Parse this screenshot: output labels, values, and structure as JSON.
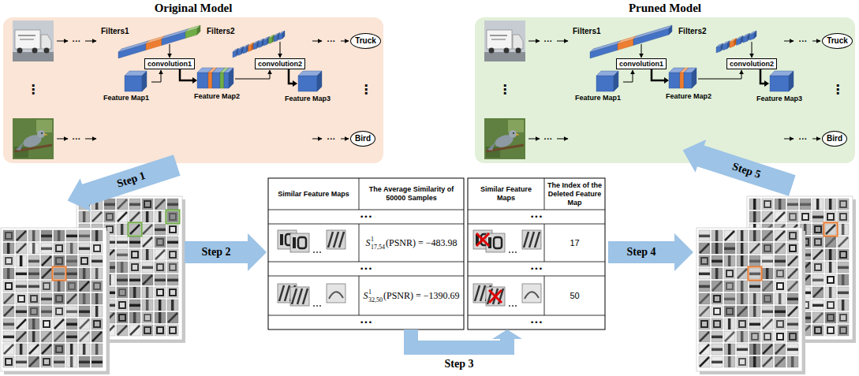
{
  "diagram": {
    "nodes": [
      {
        "text": [
          "Original Model"
        ]
      },
      {
        "text": [
          "convolution1"
        ],
        "in": 0
      },
      {
        "text": [
          "convolution2"
        ],
        "in": 0
      },
      {
        "text": [
          "Truck"
        ],
        "in": 0
      },
      {
        "text": [
          "Bird"
        ],
        "in": 0
      },
      {
        "text": [
          "Pruned Model"
        ]
      },
      {
        "text": [
          "convolution1"
        ],
        "in": 5
      },
      {
        "text": [
          "convolution2"
        ],
        "in": 5
      },
      {
        "text": [
          "Truck"
        ],
        "in": 5
      },
      {
        "text": [
          "Bird"
        ],
        "in": 5
      },
      {
        "text": [
          "Step 1"
        ]
      },
      {
        "text": [
          "Step 2"
        ]
      },
      {
        "text": [
          "Step 3"
        ]
      },
      {
        "text": [
          "Step 4"
        ]
      },
      {
        "text": [
          "Step 5"
        ]
      }
    ],
    "labels": [
      "Filters1",
      "Filters2",
      "Feature Map1",
      "Feature Map2",
      "Feature Map3",
      "···",
      "···",
      "···",
      "···",
      "⋮",
      "⋮",
      "Filters1",
      "Filters2",
      "Feature Map1",
      "Feature Map2",
      "Feature Map3",
      "···",
      "···",
      "···",
      "···",
      "⋮",
      "⋮",
      "Similar Feature Maps",
      "The Average Similarity of 50000 Samples",
      "•••",
      "S",
      "1",
      "17,54",
      "(PSNR) = −483.98",
      "•••",
      "S",
      "1",
      "32,50",
      "(PSNR) = −1390.69",
      "•••",
      "Similar Feature Maps",
      "The Index of the Deleted Feature Map",
      "•••",
      "17",
      "•••",
      "50",
      "•••"
    ]
  }
}
